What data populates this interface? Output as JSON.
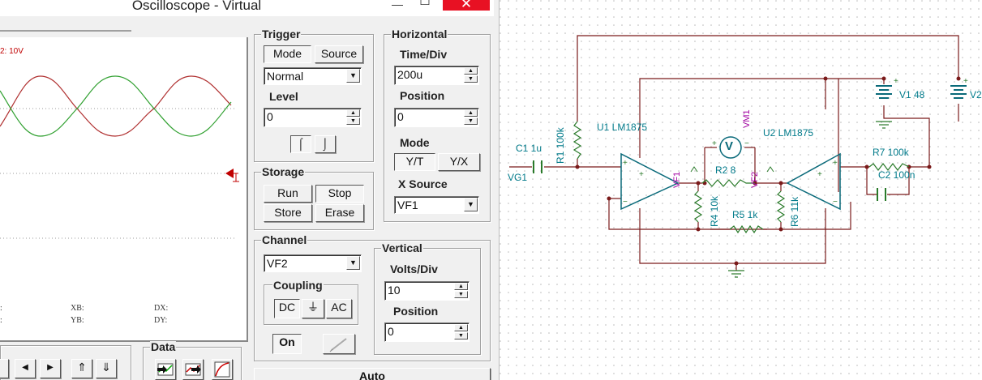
{
  "window": {
    "title": "Oscilloscope - Virtual",
    "minimize": "—",
    "maximize": "☐",
    "close": "✕"
  },
  "screen": {
    "channel_scale_label": "2: 10V",
    "cursor_labels": {
      "xa": ":",
      "ya": ":",
      "xb": "XB:",
      "yb": "YB:",
      "dx": "DX:",
      "dy": "DY:"
    },
    "trace_colors": {
      "ch1": "#b03030",
      "ch2": "#30a030",
      "grid": "#999999",
      "marker": "#c00000"
    }
  },
  "trigger": {
    "title": "Trigger",
    "mode_label": "Mode",
    "source_label": "Source",
    "mode_value": "Normal",
    "level_label": "Level",
    "level_value": "0",
    "edge_rising": "⌠",
    "edge_falling": "⌡"
  },
  "horizontal": {
    "title": "Horizontal",
    "time_div_label": "Time/Div",
    "time_div_value": "200u",
    "position_label": "Position",
    "position_value": "0",
    "mode_label": "Mode",
    "mode_yt": "Y/T",
    "mode_yx": "Y/X",
    "xsource_label": "X Source",
    "xsource_value": "VF1"
  },
  "storage": {
    "title": "Storage",
    "run": "Run",
    "stop": "Stop",
    "store": "Store",
    "erase": "Erase"
  },
  "channel": {
    "title": "Channel",
    "value": "VF2",
    "coupling_label": "Coupling",
    "dc": "DC",
    "gnd": "⏚",
    "ac": "AC",
    "on": "On"
  },
  "vertical": {
    "title": "Vertical",
    "volts_div_label": "Volts/Div",
    "volts_div_value": "10",
    "position_label": "Position",
    "position_value": "0"
  },
  "nav": {
    "left": "◀",
    "right": "▶",
    "up_arrows": "⇑",
    "down_arrows": "⇓"
  },
  "data": {
    "title": "Data"
  },
  "auto_button": "Auto",
  "schematic": {
    "c1": "C1 1u",
    "vg1": "VG1",
    "r1": "R1 100k",
    "u1": "U1 LM1875",
    "vm1": "VM1",
    "v_symbol": "V",
    "u2": "U2 LM1875",
    "v1": "V1 48",
    "v2": "V2",
    "vf1": "VF1",
    "vf2": "VF2",
    "r2": "R2 8",
    "r4": "R4 10k",
    "r5": "R5 1k",
    "r6": "R6 11k",
    "r7": "R7 100k",
    "c2": "C2 100n",
    "colors": {
      "wire": "#7a1a1a",
      "label": "#007a8a",
      "meter": "#a000a0",
      "part": "#2a7a2a"
    }
  }
}
